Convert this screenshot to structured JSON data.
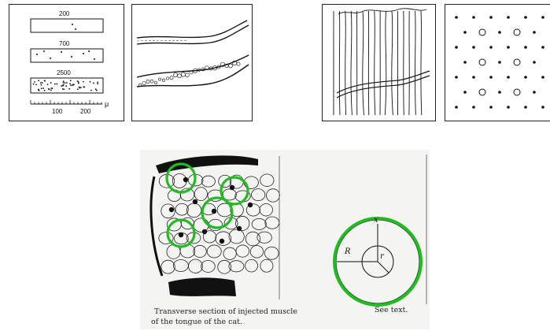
{
  "figure_a": {
    "bar_labels": [
      "200",
      "700",
      "2500"
    ],
    "scale": {
      "ticks": [
        "100",
        "200"
      ],
      "unit": "μ"
    }
  },
  "figure_c": {
    "caption_line1": "Transverse section of injected muscle",
    "caption_line2": "of the tongue of the cat."
  },
  "figure_d": {
    "labels": {
      "x": "x",
      "R": "R",
      "r": "r"
    },
    "caption": "See text."
  },
  "colors": {
    "highlight": "#22bb22",
    "ink": "#111111",
    "scan_paper": "#f4f4f2"
  }
}
